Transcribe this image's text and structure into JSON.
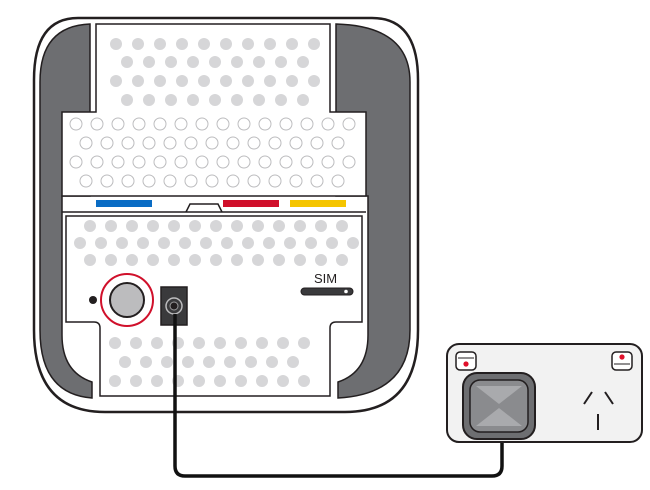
{
  "labels": {
    "sim": "SIM"
  },
  "router": {
    "ports": [
      {
        "name": "blue",
        "color": "#0a6cc4"
      },
      {
        "name": "red",
        "color": "#d0102b"
      },
      {
        "name": "yellow",
        "color": "#f5c500"
      }
    ],
    "body_color": "#ffffff",
    "side_panel_color": "#6d6e71",
    "outline_color": "#231f20",
    "dot_fill_color": "#d6d6d8",
    "reset_ring_color": "#d0102b",
    "reset_button_color": "#bcbcbe",
    "power_socket_color": "#3a3a3c"
  },
  "wall_outlet": {
    "face_color": "#f2f2f2",
    "plug_color": "#6d6e71",
    "indicator_color": "#e0102b"
  },
  "cable": {
    "color": "#111111"
  },
  "icons": [
    "reset-button-icon",
    "power-socket-icon",
    "sim-slot-icon",
    "wall-outlet-icon",
    "power-plug-icon"
  ]
}
